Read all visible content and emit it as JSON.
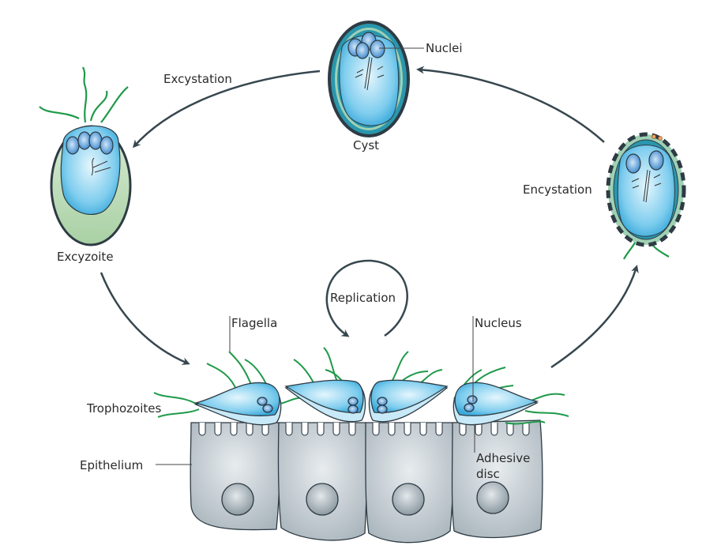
{
  "diagram": {
    "title": "Giardia life cycle",
    "labels": {
      "nuclei": "Nuclei",
      "cyst": "Cyst",
      "excystation": "Excystation",
      "excyzoite": "Excyzoite",
      "encystation": "Encystation",
      "replication": "Replication",
      "flagella": "Flagella",
      "nucleus": "Nucleus",
      "trophozoites": "Trophozoites",
      "epithelium": "Epithelium",
      "adhesive_line1": "Adhesive",
      "adhesive_line2": "disc"
    },
    "colors": {
      "arrow": "#37474f",
      "outline": "#2e3b44",
      "cell_blue_light": "#d6f0fb",
      "cell_blue": "#3db0e0",
      "cyst_wall_teal": "#2a97ad",
      "cyst_wall_green": "#9fd1b5",
      "excyzoite_green": "#bfdcb9",
      "flagella_green": "#1f9a4a",
      "nucleus_blue": "#4a8fcf",
      "epithelium_grey": "#b9c3c9",
      "epithelium_nucleus": "#9aa6ad"
    }
  }
}
